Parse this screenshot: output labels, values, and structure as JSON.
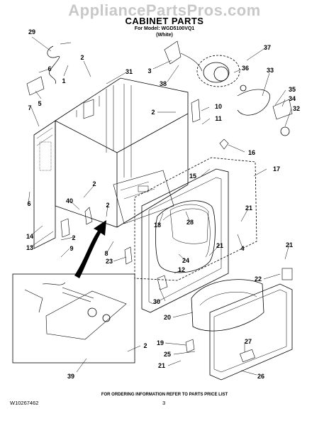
{
  "header": {
    "watermark": "AppliancePartsPros.com",
    "title": "CABINET PARTS",
    "model_line": "For Model: WGD5100VQ1",
    "color_line": "(White)"
  },
  "footer": {
    "note": "FOR ORDERING INFORMATION REFER TO PARTS PRICE LIST",
    "doc_number": "W10267462",
    "page_number": "3"
  },
  "callouts": [
    {
      "id": "c29",
      "label": "29"
    },
    {
      "id": "c2a",
      "label": "2"
    },
    {
      "id": "c31",
      "label": "31"
    },
    {
      "id": "c6a",
      "label": "6"
    },
    {
      "id": "c1",
      "label": "1"
    },
    {
      "id": "c5",
      "label": "5"
    },
    {
      "id": "c7",
      "label": "7"
    },
    {
      "id": "c3",
      "label": "3"
    },
    {
      "id": "c38",
      "label": "38"
    },
    {
      "id": "c37",
      "label": "37"
    },
    {
      "id": "c36",
      "label": "36"
    },
    {
      "id": "c33",
      "label": "33"
    },
    {
      "id": "c35",
      "label": "35"
    },
    {
      "id": "c34",
      "label": "34"
    },
    {
      "id": "c32",
      "label": "32"
    },
    {
      "id": "c2b",
      "label": "2"
    },
    {
      "id": "c10",
      "label": "10"
    },
    {
      "id": "c11",
      "label": "11"
    },
    {
      "id": "c16",
      "label": "16"
    },
    {
      "id": "c15",
      "label": "15"
    },
    {
      "id": "c17",
      "label": "17"
    },
    {
      "id": "c2c",
      "label": "2"
    },
    {
      "id": "c40",
      "label": "40"
    },
    {
      "id": "c2d",
      "label": "2"
    },
    {
      "id": "c6b",
      "label": "6"
    },
    {
      "id": "c21a",
      "label": "21"
    },
    {
      "id": "c18",
      "label": "18"
    },
    {
      "id": "c28",
      "label": "28"
    },
    {
      "id": "c14",
      "label": "14"
    },
    {
      "id": "c13",
      "label": "13"
    },
    {
      "id": "c2e",
      "label": "2"
    },
    {
      "id": "c9",
      "label": "9"
    },
    {
      "id": "c4",
      "label": "4"
    },
    {
      "id": "c8",
      "label": "8"
    },
    {
      "id": "c23",
      "label": "23"
    },
    {
      "id": "c21b",
      "label": "21"
    },
    {
      "id": "c21c",
      "label": "21"
    },
    {
      "id": "c24",
      "label": "24"
    },
    {
      "id": "c12",
      "label": "12"
    },
    {
      "id": "c22",
      "label": "22"
    },
    {
      "id": "c30",
      "label": "30"
    },
    {
      "id": "c20",
      "label": "20"
    },
    {
      "id": "c19",
      "label": "19"
    },
    {
      "id": "c27",
      "label": "27"
    },
    {
      "id": "c2f",
      "label": "2"
    },
    {
      "id": "c25",
      "label": "25"
    },
    {
      "id": "c21d",
      "label": "21"
    },
    {
      "id": "c26",
      "label": "26"
    },
    {
      "id": "c39",
      "label": "39"
    }
  ]
}
